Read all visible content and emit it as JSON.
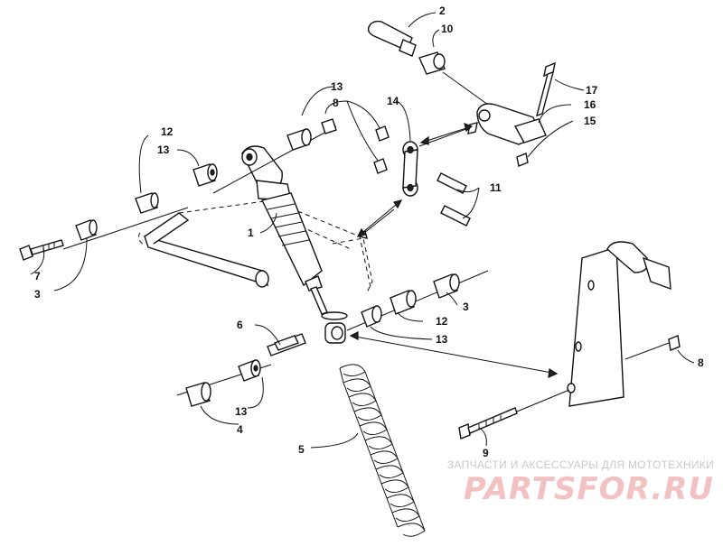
{
  "diagram": {
    "callouts": {
      "c1": "1",
      "c2": "2",
      "c3a": "3",
      "c3b": "3",
      "c4": "4",
      "c5": "5",
      "c6": "6",
      "c7": "7",
      "c8a": "8",
      "c8b": "8",
      "c9": "9",
      "c10": "10",
      "c11": "11",
      "c12a": "12",
      "c12b": "12",
      "c13a": "13",
      "c13b": "13",
      "c13c": "13",
      "c13d": "13",
      "c14": "14",
      "c15": "15",
      "c16": "16",
      "c17": "17"
    }
  },
  "watermark": {
    "tagline": "ЗАПЧАСТИ И АКСЕССУАРЫ ДЛЯ МОТОТЕХНИКИ",
    "logo": "PARTSFOR.RU"
  }
}
